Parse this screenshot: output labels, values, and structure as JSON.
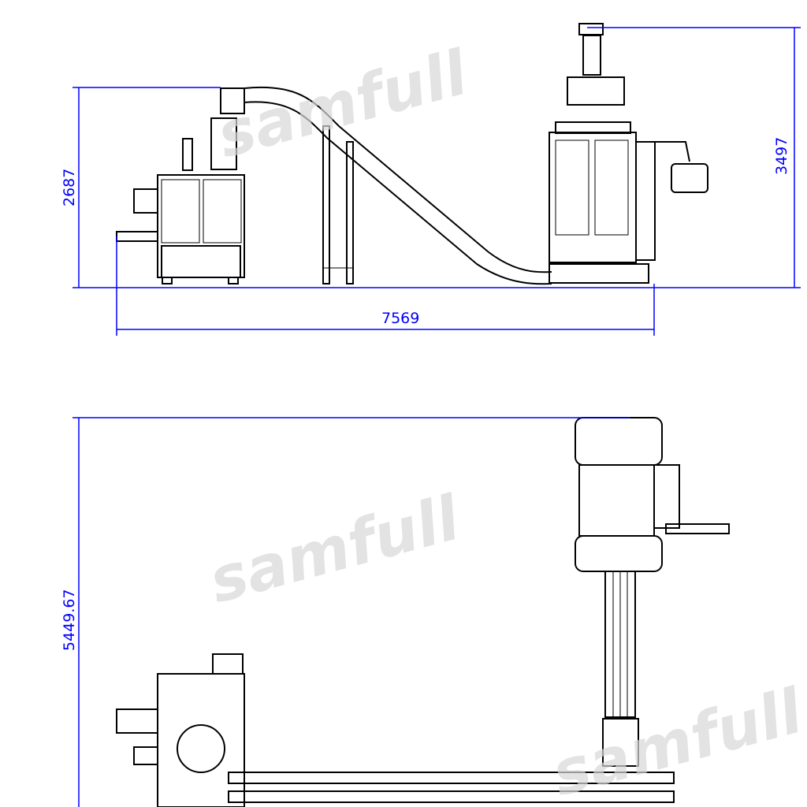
{
  "drawing": {
    "watermark": "samfull",
    "side_view": {
      "height_left": "2687",
      "height_right": "3497",
      "length": "7569"
    },
    "top_view": {
      "depth": "5449.67"
    },
    "colors": {
      "dimension": "#0000ff",
      "lines": "#000000",
      "watermark": "#d8d8d8"
    }
  }
}
